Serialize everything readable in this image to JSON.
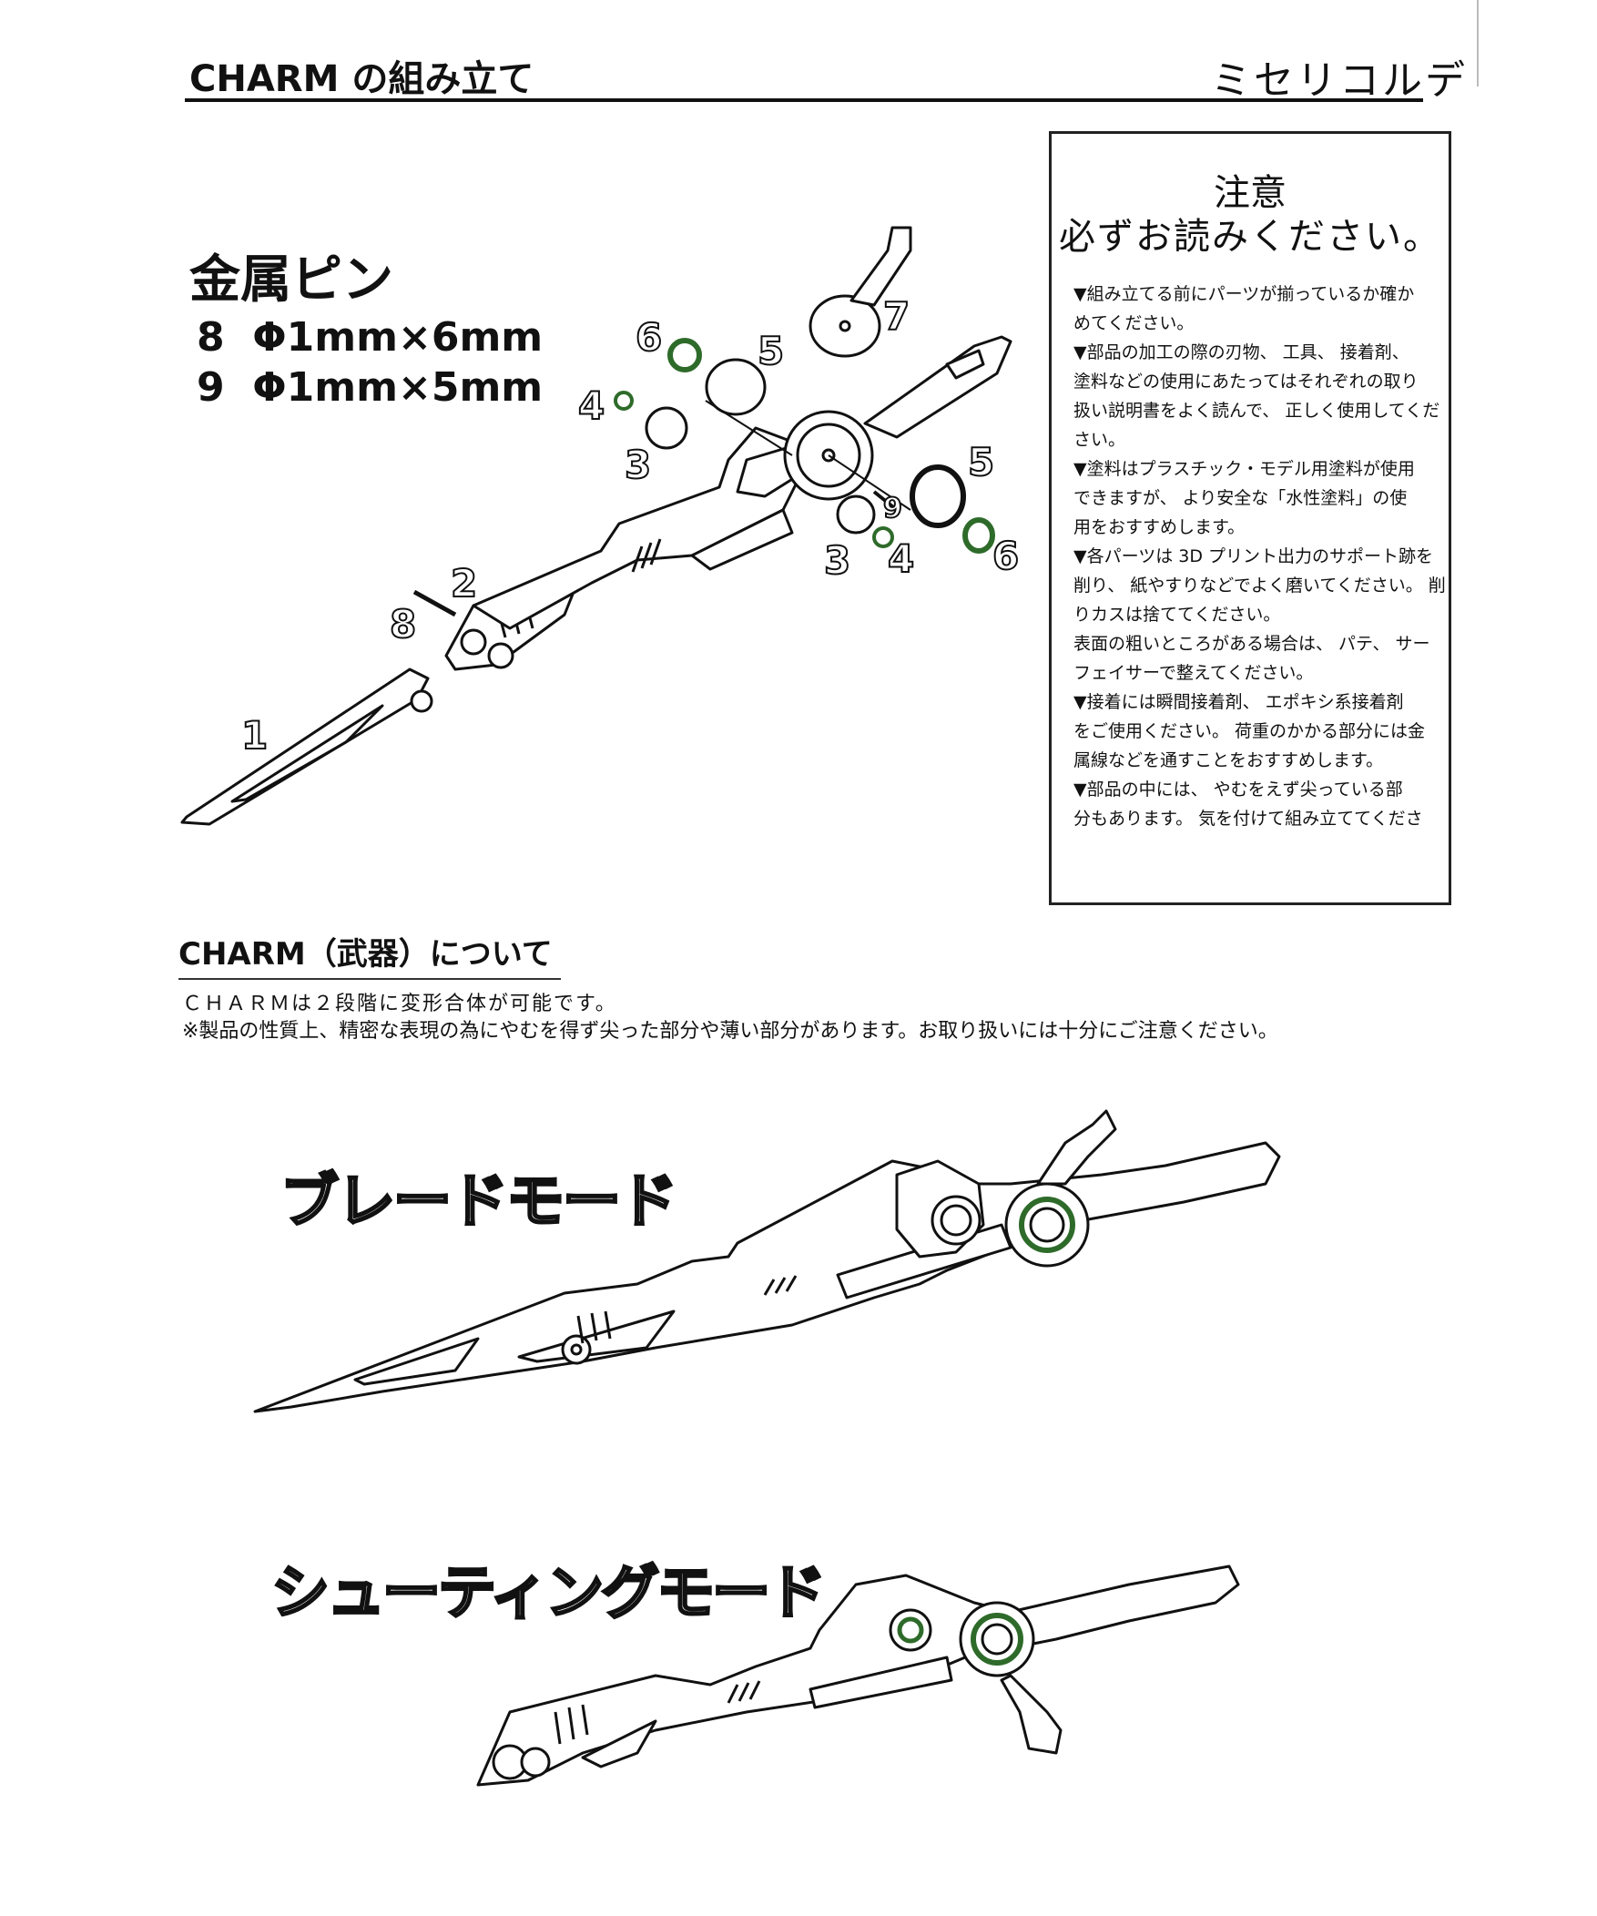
{
  "header": {
    "title": "CHARM の組み立て",
    "subtitle": "ミセリコルデ"
  },
  "notice": {
    "heading_line1": "注意",
    "heading_line2": "必ずお読みください。",
    "lines": [
      "▼組み立てる前にパーツが揃っているか確か",
      "めてください。",
      "▼部品の加工の際の刃物、 工具、 接着剤、",
      "塗料などの使用にあたってはそれぞれの取り",
      "扱い説明書をよく読んで、 正しく使用してくだ",
      "さい。",
      "▼塗料はプラスチック・モデル用塗料が使用",
      "できますが、 より安全な「水性塗料」の使",
      "用をおすすめします。",
      "▼各パーツは 3D プリント出力のサポート跡を",
      "削り、 紙やすりなどでよく磨いてください。 削",
      "りカスは捨ててください。",
      "表面の粗いところがある場合は、 パテ、 サー",
      "フェイサーで整えてください。",
      "▼接着には瞬間接着剤、 エポキシ系接着剤",
      "をご使用ください。 荷重のかかる部分には金",
      "属線などを通すことをおすすめします。",
      "▼部品の中には、 やむをえず尖っている部",
      "分もあります。 気を付けて組み立ててくださ"
    ]
  },
  "pins": {
    "title": "金属ピン",
    "items": [
      "8  Φ1mm×6mm",
      "9  Φ1mm×5mm"
    ]
  },
  "part_labels": [
    "1",
    "2",
    "3",
    "3",
    "4",
    "4",
    "5",
    "5",
    "6",
    "6",
    "7",
    "8",
    "9"
  ],
  "about": {
    "title": "CHARM（武器）について",
    "line1": "ＣＨＡＲＭは２段階に変形合体が可能です。",
    "line2": "※製品の性質上、精密な表現の為にやむを得ず尖った部分や薄い部分があります。お取り扱いには十分にご注意ください。"
  },
  "modes": {
    "blade": "ブレードモード",
    "shooting": "シューティングモード"
  },
  "colors": {
    "ink": "#111111",
    "accent_ring": "#2e6b2a",
    "background": "#ffffff"
  }
}
